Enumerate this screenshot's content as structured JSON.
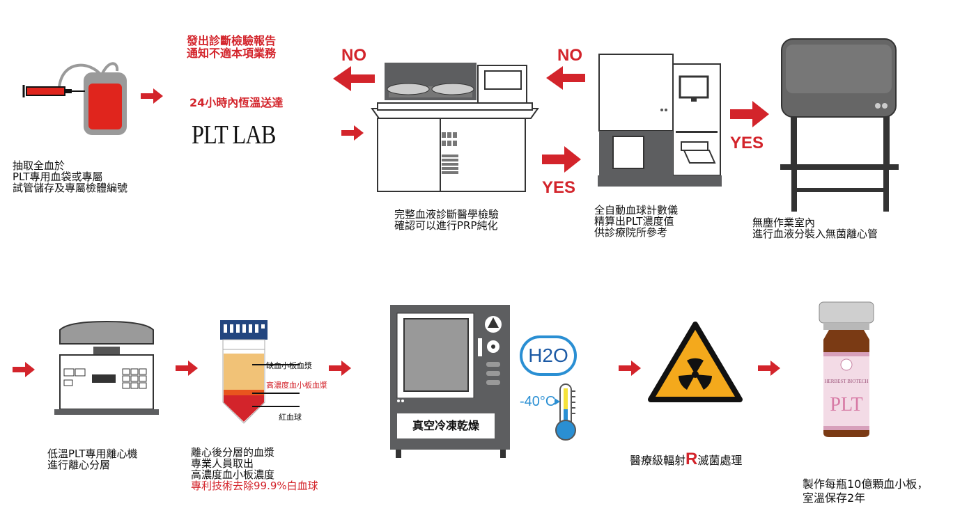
{
  "step1": {
    "lines": [
      "抽取全血於",
      "PLT專用血袋或專屬",
      "試管儲存及專屬檢體編號"
    ]
  },
  "lab": {
    "report_line1": "發出診斷檢驗報告",
    "report_line2": "通知不適本項業務",
    "transport": "24小時內恆溫送達",
    "logo": "PLT LAB"
  },
  "labels": {
    "no": "NO",
    "yes": "YES"
  },
  "step2": {
    "lines": [
      "完整血液診斷醫學檢驗",
      "確認可以進行PRP純化"
    ]
  },
  "step3": {
    "lines": [
      "全自動血球計數儀",
      "精算出PLT濃度值",
      "供診療院所參考"
    ]
  },
  "step4": {
    "lines": [
      "無塵作業室內",
      "進行血液分裝入無菌離心管"
    ]
  },
  "step5": {
    "lines": [
      "低溫PLT專用離心機",
      "進行離心分層"
    ]
  },
  "tube": {
    "layer_top": "缺血小板血漿",
    "layer_mid": "高濃度血小板血漿",
    "layer_bottom": "紅血球"
  },
  "step6": {
    "lines": [
      "離心後分層的血漿",
      "專業人員取出",
      "高濃度血小板濃度",
      "專利技術去除99.9%白血球"
    ]
  },
  "freeze": {
    "label": "真空冷凍乾燥",
    "h2o": "H2O",
    "temp": "-40°C"
  },
  "step8": {
    "pre": "醫療級輻射",
    "r": "R",
    "post": "滅菌處理"
  },
  "vial": {
    "brand": "HERBEST BIOTECH",
    "name": "PLT"
  },
  "step9": {
    "lines": [
      "製作每瓶10億顆血小板，",
      "室溫保存2年"
    ]
  },
  "colors": {
    "accent": "#d3242b",
    "machine": "#5d5e60",
    "tube_top": "#f1c277",
    "triangle": "#f4a91c"
  }
}
